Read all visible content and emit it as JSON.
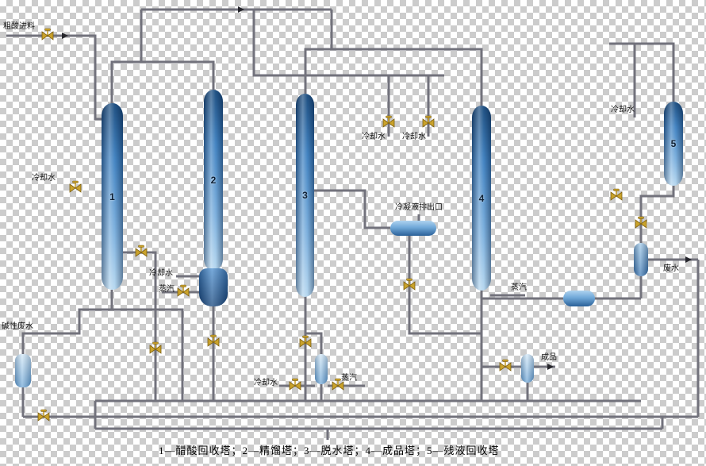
{
  "caption": "1—醋酸回收塔；2—精馏塔；3—脱水塔；4—成品塔；5—残液回收塔",
  "columns": [
    {
      "number": "1"
    },
    {
      "number": "2"
    },
    {
      "number": "3"
    },
    {
      "number": "4"
    },
    {
      "number": "5"
    }
  ],
  "labels": [
    {
      "text": "粗酸进料"
    },
    {
      "text": "冷却水"
    },
    {
      "text": "冷却水"
    },
    {
      "text": "蒸汽"
    },
    {
      "text": "碱性废水"
    },
    {
      "text": "冷却水"
    },
    {
      "text": "冷却水"
    },
    {
      "text": "冷凝液排出口"
    },
    {
      "text": "蒸汽"
    },
    {
      "text": "冷却水"
    },
    {
      "text": "废水"
    },
    {
      "text": "成品"
    },
    {
      "text": "冷却水"
    },
    {
      "text": "蒸汽"
    }
  ],
  "colors": {
    "pipe": "#72727c",
    "valve": "#c9a22b",
    "vessel_dark": "#15487c",
    "vessel_light": "#b3d6ef",
    "checker": "#cccccc",
    "text": "#111111"
  }
}
